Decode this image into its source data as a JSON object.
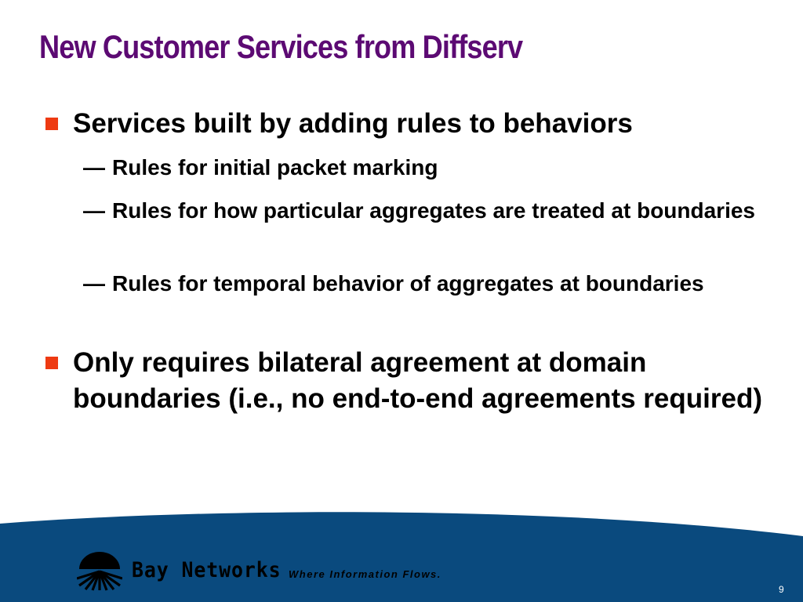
{
  "slide": {
    "title": "New Customer Services from Diffserv",
    "bullets": [
      {
        "text": "Services built by adding rules to behaviors",
        "sub": [
          {
            "dash": "—",
            "text": "Rules for initial packet marking"
          },
          {
            "dash": "—",
            "text": "Rules for how particular aggregates are treated at boundaries"
          },
          {
            "dash": "—",
            "text": "Rules for temporal behavior of aggregates at boundaries"
          }
        ]
      },
      {
        "text": "Only requires bilateral agreement at domain boundaries (i.e., no end-to-end agreements required)"
      }
    ],
    "page_number": "9"
  },
  "footer": {
    "brand": "Bay Networks",
    "tagline": "Where Information Flows."
  },
  "colors": {
    "title": "#5c0a73",
    "bullet": "#ee3a12",
    "footer_band": "#0a4a7e"
  }
}
